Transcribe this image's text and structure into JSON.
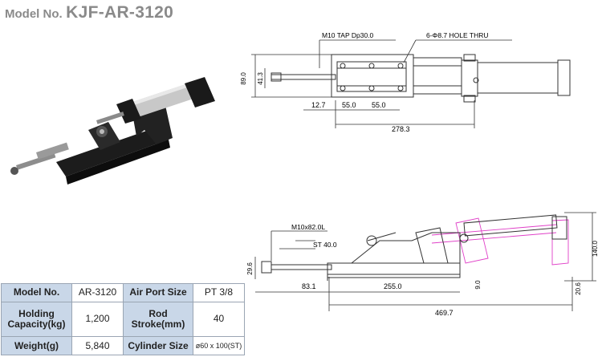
{
  "header": {
    "label": "Model No.",
    "model": "KJF-AR-3120"
  },
  "top_view": {
    "callout_tap": "M10 TAP Dp30.0",
    "callout_holes": "6-Φ8.7 HOLE THRU",
    "dims": {
      "height_outer": "89.0",
      "height_inner": "41.3",
      "d1": "12.7",
      "d2": "55.0",
      "d3": "55.0",
      "total": "278.3"
    }
  },
  "side_view": {
    "callout_thread": "M10x82.0L",
    "stroke": "ST 40.0",
    "dims": {
      "h_left": "29.6",
      "d1": "83.1",
      "d2": "255.0",
      "total": "469.7",
      "h_mid": "9.0",
      "h_right": "20.6",
      "height": "140.0"
    }
  },
  "spec_table": {
    "rows": [
      [
        {
          "text": "Model No.",
          "header": true
        },
        {
          "text": "AR-3120",
          "header": false
        },
        {
          "text": "Air Port Size",
          "header": true
        },
        {
          "text": "PT 3/8",
          "header": false
        }
      ],
      [
        {
          "text": "Holding Capacity(kg)",
          "header": true
        },
        {
          "text": "1,200",
          "header": false
        },
        {
          "text": "Rod Stroke(mm)",
          "header": true
        },
        {
          "text": "40",
          "header": false
        }
      ],
      [
        {
          "text": "Weight(g)",
          "header": true
        },
        {
          "text": "5,840",
          "header": false
        },
        {
          "text": "Cylinder Size",
          "header": true
        },
        {
          "text": "ø60 x 100(ST)",
          "header": false
        }
      ]
    ]
  },
  "colors": {
    "drawing_line": "#333333",
    "ghost_line": "#e040c8",
    "table_header_bg": "#c9d7e8",
    "table_border": "#9aa5b3",
    "header_text": "#8a8a8a"
  }
}
